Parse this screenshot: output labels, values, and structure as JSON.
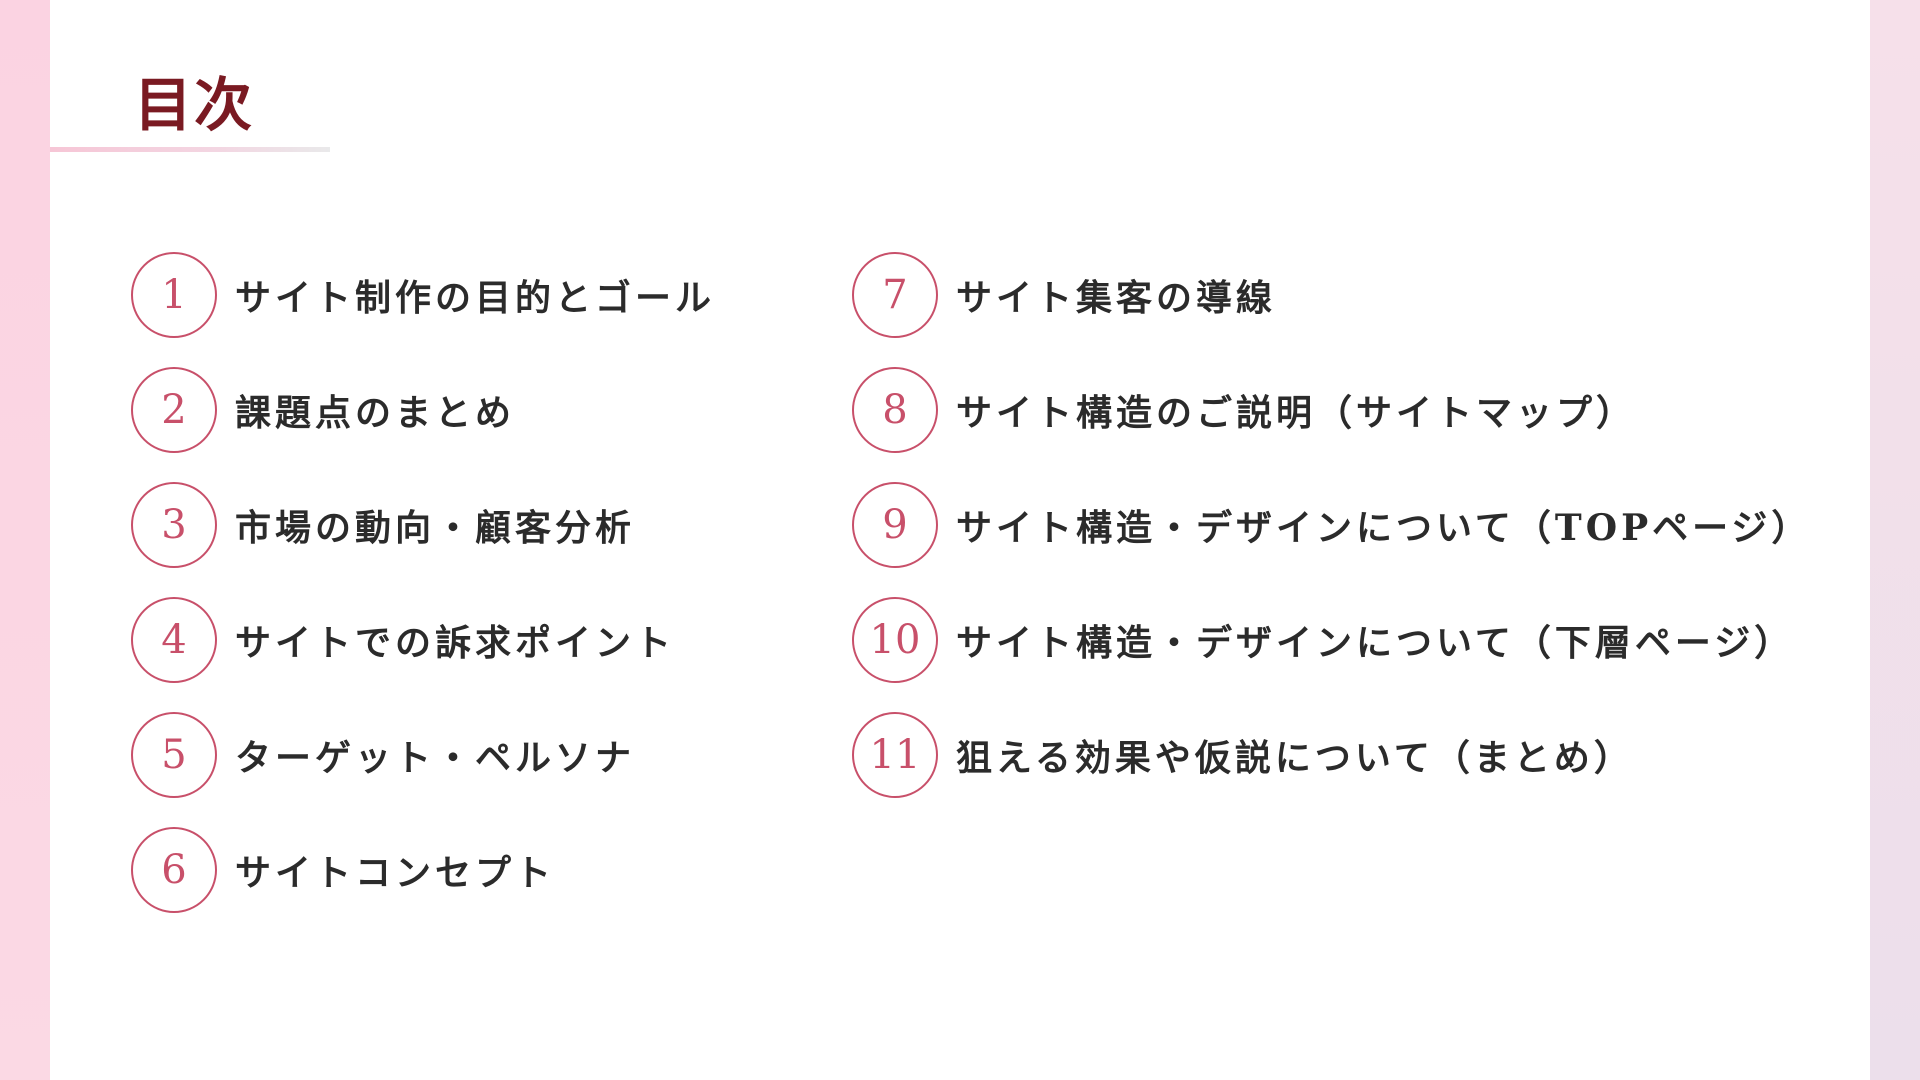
{
  "title": "目次",
  "items": [
    {
      "num": "1",
      "label": "サイト制作の目的とゴール"
    },
    {
      "num": "2",
      "label": "課題点のまとめ"
    },
    {
      "num": "3",
      "label": "市場の動向・顧客分析"
    },
    {
      "num": "4",
      "label": "サイトでの訴求ポイント"
    },
    {
      "num": "5",
      "label": "ターゲット・ペルソナ"
    },
    {
      "num": "6",
      "label": "サイトコンセプト"
    },
    {
      "num": "7",
      "label": "サイト集客の導線"
    },
    {
      "num": "8",
      "label": "サイト構造のご説明（サイトマップ）"
    },
    {
      "num": "9",
      "label": "サイト構造・デザインについて（TOPページ）"
    },
    {
      "num": "10",
      "label": "サイト構造・デザインについて（下層ページ）"
    },
    {
      "num": "11",
      "label": "狙える効果や仮説について（まとめ）"
    }
  ]
}
